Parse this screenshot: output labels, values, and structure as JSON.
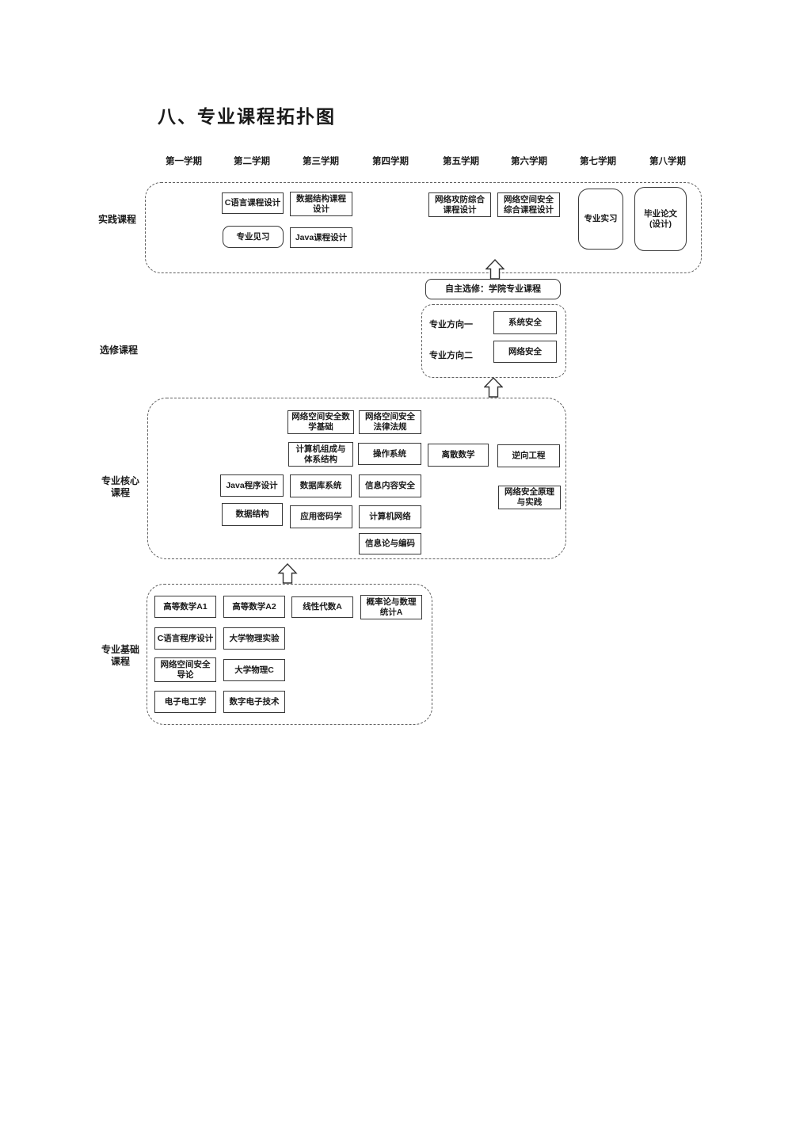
{
  "page": {
    "title": "八、专业课程拓扑图"
  },
  "semesters": [
    "第一学期",
    "第二学期",
    "第三学期",
    "第四学期",
    "第五学期",
    "第六学期",
    "第七学期",
    "第八学期"
  ],
  "colors": {
    "ink": "#1a1a1a",
    "box_border": "#383838",
    "dash_border": "#5f5f5f",
    "page_bg": "#ffffff"
  },
  "icons": {
    "up_arrow": "hollow block arrow pointing up"
  },
  "sections": {
    "practice": {
      "label": "实践课程",
      "courses": [
        "C语言课程设计",
        "数据结构课程\n设计",
        "专业见习",
        "Java课程设计",
        "网络攻防综合\n课程设计",
        "网络空间安全\n综合课程设计",
        "专业实习",
        "毕业论文\n(设计)"
      ]
    },
    "elective": {
      "label": "选修课程",
      "self_select": "自主选修：学院专业课程",
      "tracks": [
        {
          "label": "专业方向一",
          "course": "系统安全"
        },
        {
          "label": "专业方向二",
          "course": "网络安全"
        }
      ]
    },
    "core": {
      "label": "专业核心\n课程",
      "courses": [
        "网络空间安全数\n学基础",
        "网络空间安全\n法律法规",
        "计算机组成与\n体系结构",
        "操作系统",
        "离散数学",
        "逆向工程",
        "Java程序设计",
        "数据库系统",
        "信息内容安全",
        "数据结构",
        "应用密码学",
        "计算机网络",
        "网络安全原理\n与实践",
        "信息论与编码"
      ]
    },
    "basic": {
      "label": "专业基础\n课程",
      "courses": [
        "高等数学A1",
        "高等数学A2",
        "线性代数A",
        "概率论与数理\n统计A",
        "C语言程序设计",
        "大学物理实验",
        "网络空间安全\n导论",
        "大学物理C",
        "电子电工学",
        "数字电子技术"
      ]
    }
  }
}
